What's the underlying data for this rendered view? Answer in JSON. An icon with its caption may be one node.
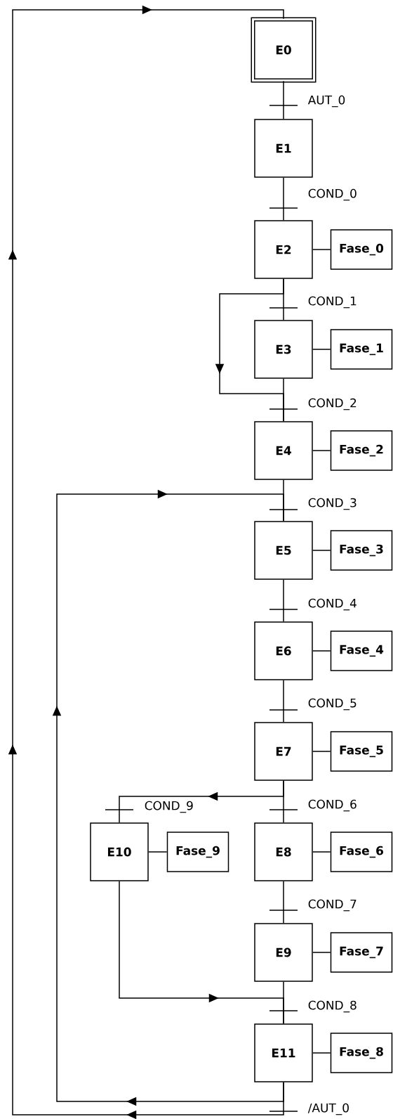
{
  "diagram": {
    "nodes": [
      {
        "text": [
          "E0"
        ]
      },
      {
        "text": [
          "E1"
        ]
      },
      {
        "text": [
          "E2"
        ]
      },
      {
        "text": [
          "Fase_0"
        ]
      },
      {
        "text": [
          "E3"
        ]
      },
      {
        "text": [
          "Fase_1"
        ]
      },
      {
        "text": [
          "E4"
        ]
      },
      {
        "text": [
          "Fase_2"
        ]
      },
      {
        "text": [
          "E5"
        ]
      },
      {
        "text": [
          "Fase_3"
        ]
      },
      {
        "text": [
          "E6"
        ]
      },
      {
        "text": [
          "Fase_4"
        ]
      },
      {
        "text": [
          "E7"
        ]
      },
      {
        "text": [
          "Fase_5"
        ]
      },
      {
        "text": [
          "E10"
        ]
      },
      {
        "text": [
          "Fase_9"
        ]
      },
      {
        "text": [
          "E8"
        ]
      },
      {
        "text": [
          "Fase_6"
        ]
      },
      {
        "text": [
          "E9"
        ]
      },
      {
        "text": [
          "Fase_7"
        ]
      },
      {
        "text": [
          "E11"
        ]
      },
      {
        "text": [
          "Fase_8"
        ]
      }
    ],
    "edges": [
      {
        "from": 0,
        "to": 1,
        "arrow": "none",
        "label": "AUT_0"
      },
      {
        "from": 1,
        "to": 2,
        "arrow": "none",
        "label": "COND_0"
      },
      {
        "from": 2,
        "to": 3,
        "arrow": "none"
      },
      {
        "from": 2,
        "to": 4,
        "arrow": "none",
        "label": "COND_1"
      },
      {
        "from": 2,
        "to": 6,
        "arrow": "to"
      },
      {
        "from": 4,
        "to": 5,
        "arrow": "none"
      },
      {
        "from": 4,
        "to": 6,
        "arrow": "none",
        "label": "COND_2"
      },
      {
        "from": 6,
        "to": 7,
        "arrow": "none"
      },
      {
        "from": 6,
        "to": 8,
        "arrow": "none",
        "label": "COND_3"
      },
      {
        "from": 8,
        "to": 9,
        "arrow": "none"
      },
      {
        "from": 8,
        "to": 10,
        "arrow": "none",
        "label": "COND_4"
      },
      {
        "from": 10,
        "to": 11,
        "arrow": "none"
      },
      {
        "from": 10,
        "to": 12,
        "arrow": "none",
        "label": "COND_5"
      },
      {
        "from": 12,
        "to": 13,
        "arrow": "none"
      },
      {
        "from": 12,
        "to": 16,
        "arrow": "none",
        "label": "COND_6"
      },
      {
        "from": 12,
        "to": 14,
        "arrow": "to",
        "label": "COND_9"
      },
      {
        "from": 14,
        "to": 15,
        "arrow": "none"
      },
      {
        "from": 16,
        "to": 17,
        "arrow": "none"
      },
      {
        "from": 16,
        "to": 18,
        "arrow": "none",
        "label": "COND_7"
      },
      {
        "from": 18,
        "to": 19,
        "arrow": "none"
      },
      {
        "from": 18,
        "to": 20,
        "arrow": "none",
        "label": "COND_8"
      },
      {
        "from": 14,
        "to": 20,
        "arrow": "to"
      },
      {
        "from": 20,
        "to": 21,
        "arrow": "none"
      },
      {
        "from": 20,
        "to": 8,
        "arrow": "to"
      },
      {
        "from": 20,
        "to": 0,
        "arrow": "to",
        "label": "/AUT_0"
      }
    ]
  }
}
